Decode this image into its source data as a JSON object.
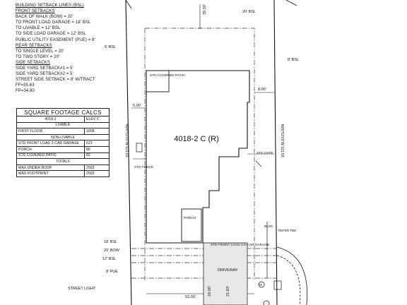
{
  "setback_notes": {
    "lines": [
      {
        "text": "BUILDING SETBACK LINES (BSL)",
        "u": true
      },
      {
        "text": "FRONT SETBACKS",
        "u": true
      },
      {
        "text": "BACK OF WALK (BOW) = 20'",
        "u": false
      },
      {
        "text": "TO FRONT LOAD GARAGE = 18' BSL",
        "u": false
      },
      {
        "text": "TO LIVABLE = 12' BSL",
        "u": false
      },
      {
        "text": "TO SIDE LOAD GARAGE = 12' BSL",
        "u": false
      },
      {
        "text": "PUBLIC UTILITY EASEMENT (PUE) = 8'",
        "u": false
      },
      {
        "text": "REAR SETBACKS",
        "u": true
      },
      {
        "text": "TO SINGLE LEVEL = 20'",
        "u": false
      },
      {
        "text": "TO TWO STORY = 20'",
        "u": false
      },
      {
        "text": "SIDE SETBACKS",
        "u": true
      },
      {
        "text": "SIDE YARD SETBACK#1 = 5'",
        "u": false
      },
      {
        "text": "SIDE YARD SETBACK#2 = 5'",
        "u": false
      },
      {
        "text": "STREET SIDE SETBACK = 8' W/TRACT",
        "u": false
      }
    ],
    "ff": "FF=35.63",
    "fp": "FP=34.80"
  },
  "sqft_table": {
    "title": "SQUARE FOOTAGE CALCS",
    "plan": "4018-2",
    "elev": "ELEV C",
    "livable": "LIVABLE",
    "first_floor": {
      "label": "FIRST FLOOR",
      "value": "1808"
    },
    "nonlivable": "NON-LIVABLE",
    "garage": {
      "label": "STD FRONT LOAD 2-CAR GARAGE",
      "value": "623"
    },
    "porch": {
      "label": "PORCH",
      "value": "80"
    },
    "patio": {
      "label": "STD COVERED PATIO",
      "value": "82"
    },
    "totals": "TOTALS",
    "max_under_roof": {
      "label": "MAX UNDER ROOF",
      "value": "2593"
    },
    "max_footprint": {
      "label": "MAX FOOTPRINT",
      "value": "2593"
    }
  },
  "plan": {
    "house_label": "4018-2 C (R)",
    "rear_dim": "35.59'",
    "rear_bsl": "20' BSL",
    "left_bsl": "5' BSL",
    "right_bsl": "8' BSL",
    "dim_left": "5.00'",
    "dim_right": "8.00'",
    "left_bearing": "N26°53'03\"W 121.61'",
    "right_bearing": "N26°53'03\"W 121.53'",
    "patio_label": "STD COVERED PATIO",
    "fence_label": "STD FENCE",
    "gate_label": "STD GATE",
    "porch_label": "PORCH",
    "garage_label": "STD FRONT LOAD 2.5-CAR GARAGE",
    "bsl18": "18' BSL",
    "bow20": "20' BOW",
    "bsl12": "12' BSL",
    "pue8": "8' PUE",
    "driveway": "DRIVEWAY",
    "street_light": "STREET LIGHT",
    "front_dim": "53.00'",
    "dim_1800": "18.00'",
    "dim_2183": "21.83'",
    "bldg_tag": "BLDG",
    "water_tag": "REFER TBD",
    "equip_tag": "M"
  }
}
